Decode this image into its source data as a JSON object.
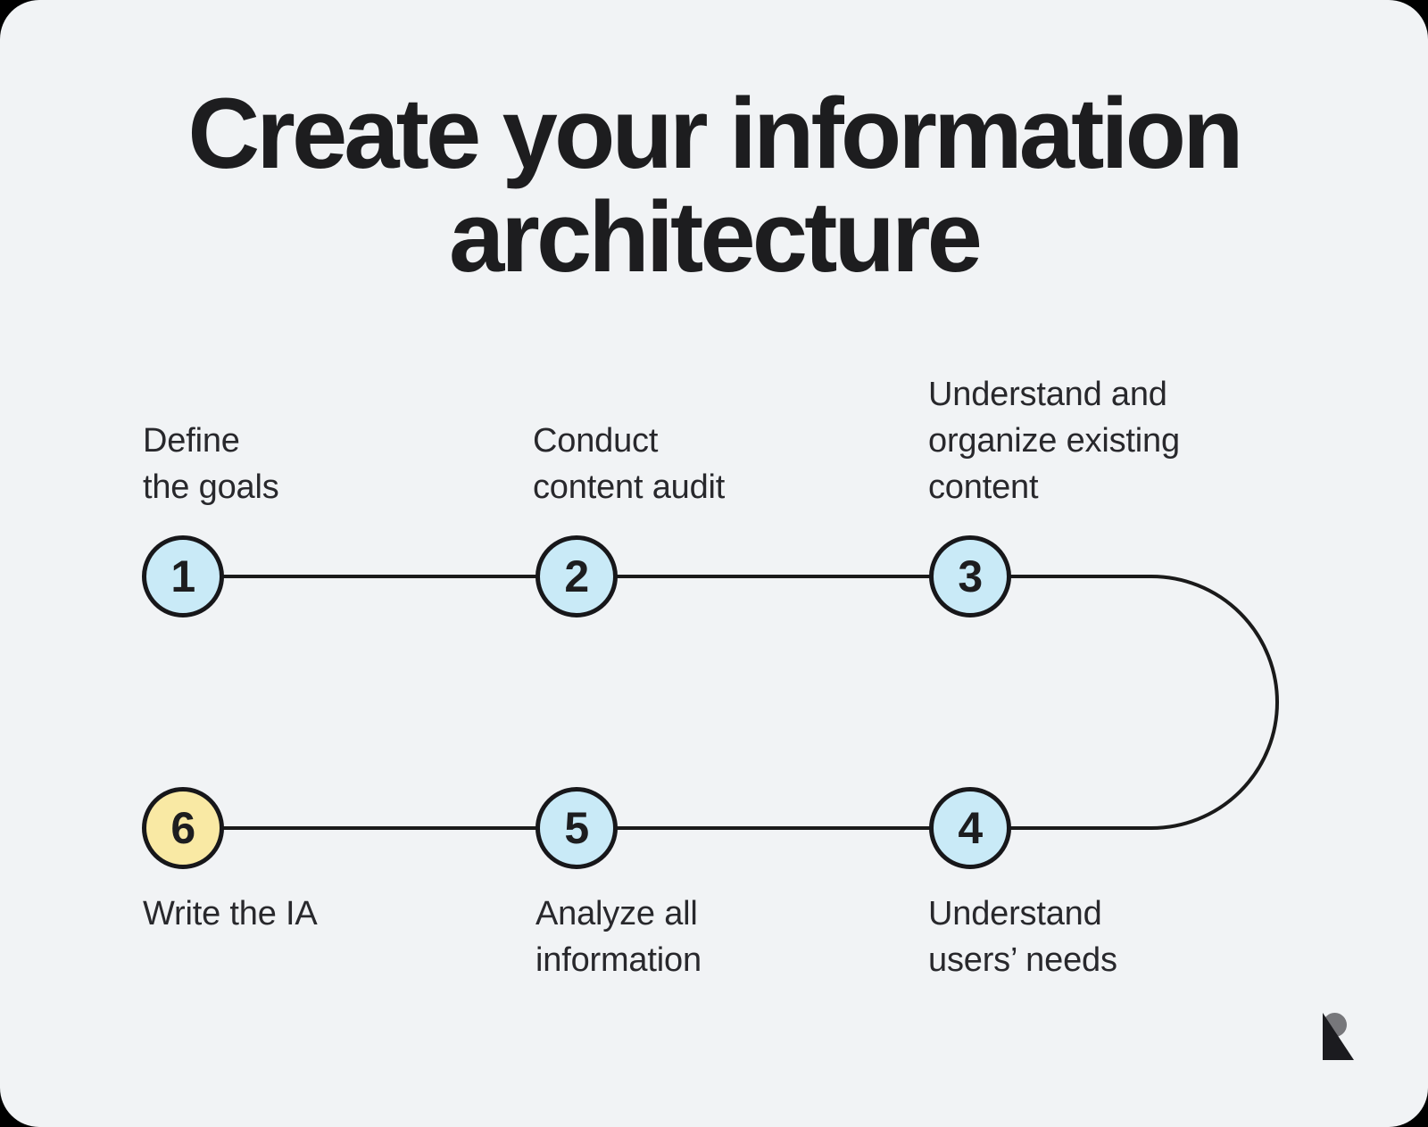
{
  "title": {
    "lines": [
      "Create your information",
      "architecture"
    ]
  },
  "steps": [
    {
      "number": "1",
      "label_lines": [
        "Define",
        "the goals"
      ],
      "circle_color": "#c9eaf7"
    },
    {
      "number": "2",
      "label_lines": [
        "Conduct",
        "content audit"
      ],
      "circle_color": "#c9eaf7"
    },
    {
      "number": "3",
      "label_lines": [
        "Understand and",
        "organize existing",
        "content"
      ],
      "circle_color": "#c9eaf7"
    },
    {
      "number": "4",
      "label_lines": [
        "Understand",
        "users’ needs"
      ],
      "circle_color": "#c9eaf7"
    },
    {
      "number": "5",
      "label_lines": [
        "Analyze all",
        "information"
      ],
      "circle_color": "#c9eaf7"
    },
    {
      "number": "6",
      "label_lines": [
        "Write the IA"
      ],
      "circle_color": "#f9e9a4"
    }
  ],
  "colors": {
    "outside_background": "#000000",
    "canvas_background": "#f1f3f5",
    "line": "#1a1a1a",
    "circle_stroke": "#17171a",
    "circle_blue": "#c9eaf7",
    "circle_yellow": "#f9e9a4",
    "title_text": "#1d1d1f",
    "label_text": "#28282c",
    "logo_gray": "#77777b",
    "logo_black": "#1b1b1f"
  },
  "logo": {
    "name": "ramotion-r-logo"
  }
}
